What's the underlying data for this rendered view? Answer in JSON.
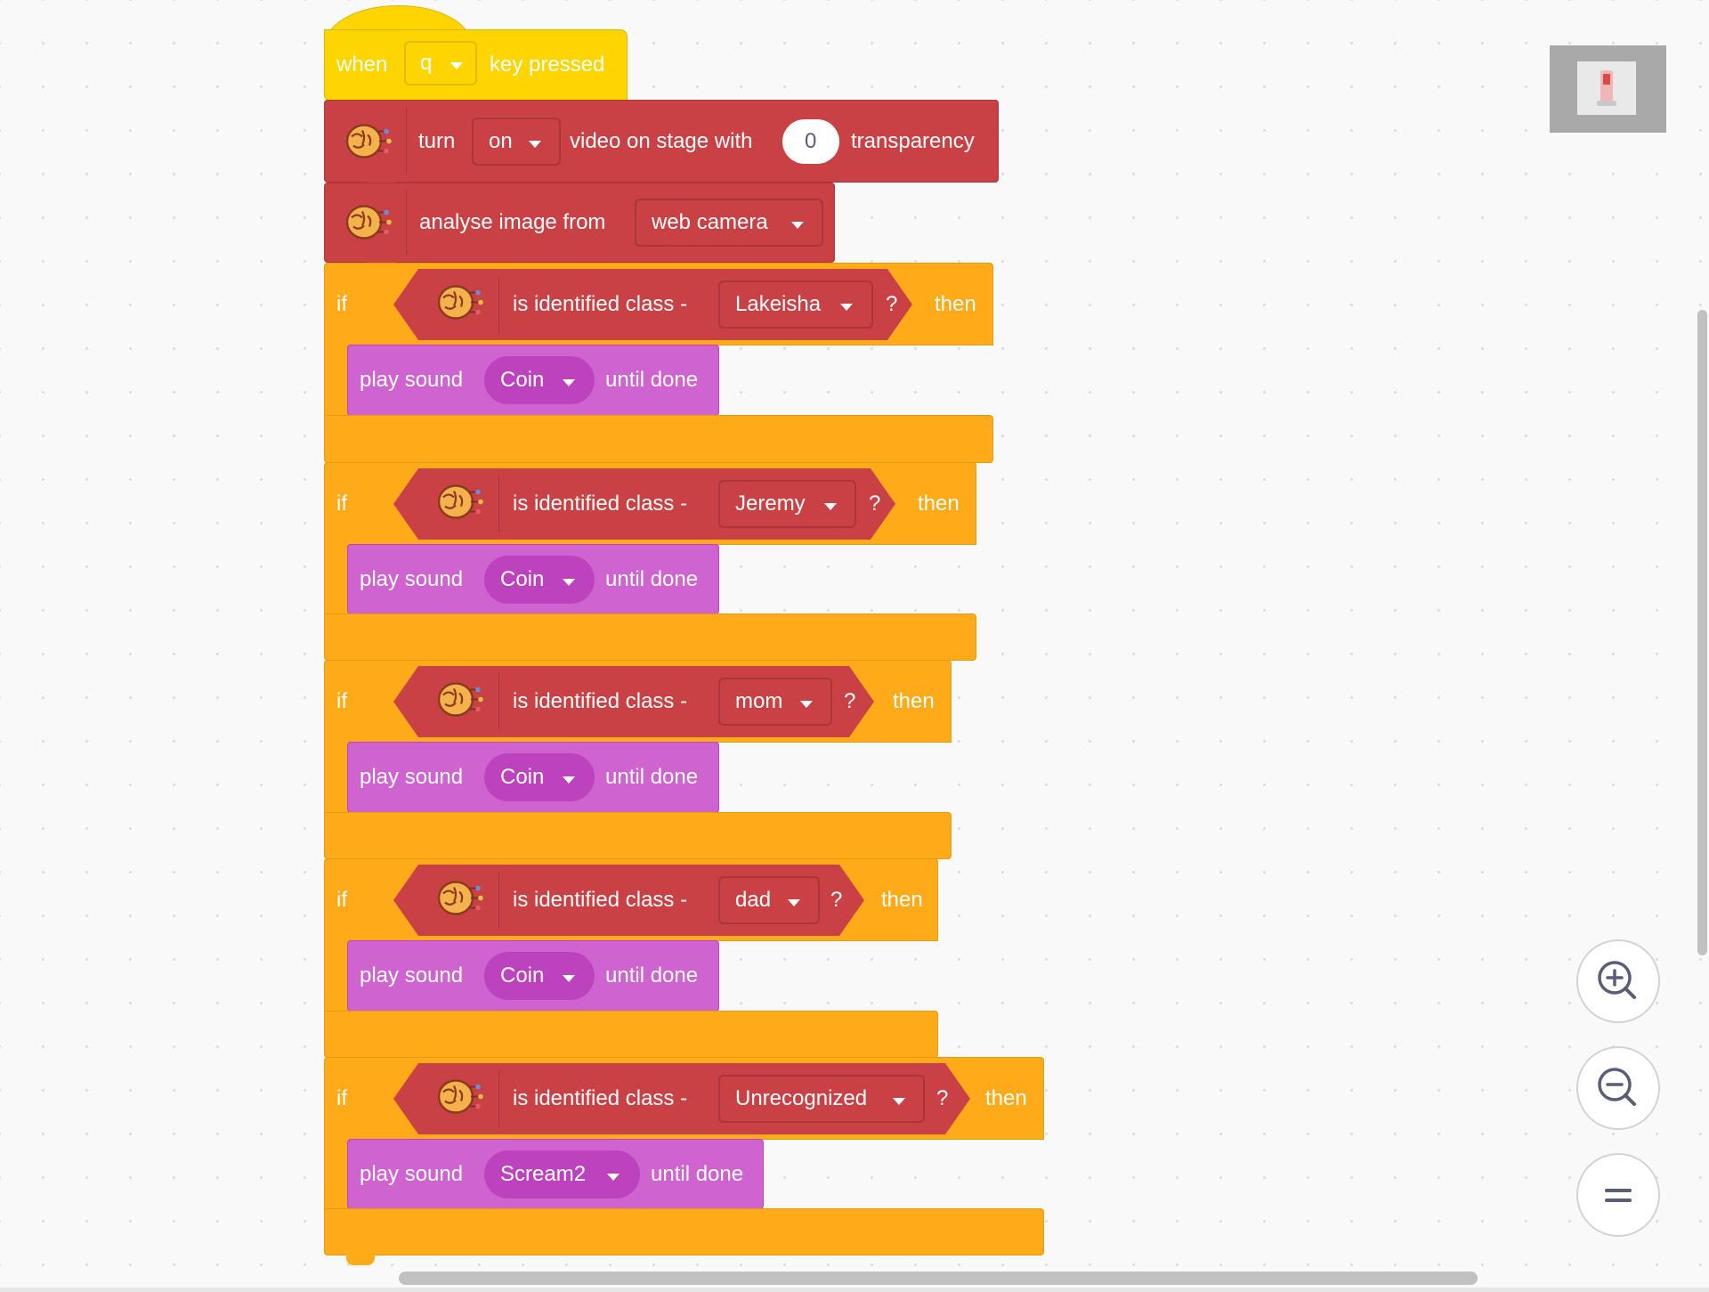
{
  "hat": {
    "when": "when",
    "key": "q",
    "after": "key pressed"
  },
  "video_block": {
    "turn": "turn",
    "state": "on",
    "middle": "video on stage with",
    "value": "0",
    "after": "transparency"
  },
  "analyse_block": {
    "label": "analyse image from",
    "source": "web camera"
  },
  "if_blocks": [
    {
      "if": "if",
      "condition": "is identified class -",
      "class": "Lakeisha",
      "question": "?",
      "then": "then",
      "sound_label": "play sound",
      "sound": "Coin",
      "until": "until done"
    },
    {
      "if": "if",
      "condition": "is identified class -",
      "class": "Jeremy",
      "question": "?",
      "then": "then",
      "sound_label": "play sound",
      "sound": "Coin",
      "until": "until done"
    },
    {
      "if": "if",
      "condition": "is identified class -",
      "class": "mom",
      "question": "?",
      "then": "then",
      "sound_label": "play sound",
      "sound": "Coin",
      "until": "until done"
    },
    {
      "if": "if",
      "condition": "is identified class -",
      "class": "dad",
      "question": "?",
      "then": "then",
      "sound_label": "play sound",
      "sound": "Coin",
      "until": "until done"
    },
    {
      "if": "if",
      "condition": "is identified class -",
      "class": "Unrecognized",
      "question": "?",
      "then": "then",
      "sound_label": "play sound",
      "sound": "Scream2",
      "until": "until done"
    }
  ],
  "zoom_controls": [
    "zoom-in-icon",
    "zoom-out-icon",
    "zoom-reset-icon"
  ],
  "colors": {
    "event": "#ffd500",
    "ai_extension": "#c94144",
    "control": "#ffab19",
    "sound": "#cf63cf",
    "canvas": "#f9f9f9"
  }
}
